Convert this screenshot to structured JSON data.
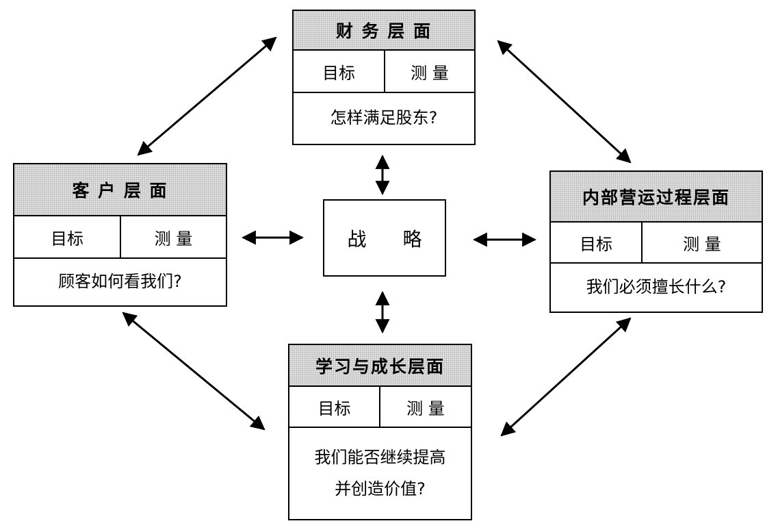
{
  "center": {
    "label": "战 略"
  },
  "financial": {
    "title": "财 务 层 面",
    "goal": "目标",
    "measure": "测 量",
    "question": "怎样满足股东?"
  },
  "customer": {
    "title": "客 户 层 面",
    "goal": "目标",
    "measure": "测 量",
    "question": "顾客如何看我们?"
  },
  "internal": {
    "title": "内部营运过程层面",
    "goal": "目标",
    "measure": "测 量",
    "question": "我们必须擅长什么?"
  },
  "learning": {
    "title": "学习与成长层面",
    "goal": "目标",
    "measure": "测 量",
    "question_line1": "我们能否继续提高",
    "question_line2": "并创造价值?"
  }
}
